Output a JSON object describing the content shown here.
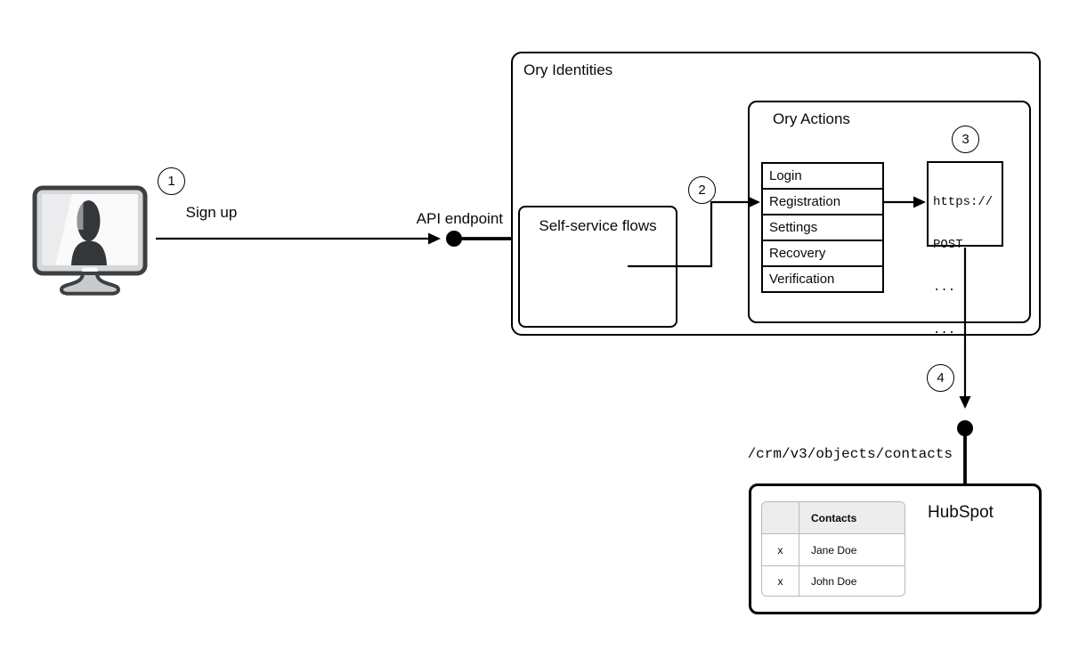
{
  "diagram": {
    "background": "#ffffff",
    "line_color": "#000000"
  },
  "actor": {
    "icon": "user-workstation-icon"
  },
  "steps": [
    {
      "number": "1"
    },
    {
      "number": "2"
    },
    {
      "number": "3"
    },
    {
      "number": "4"
    }
  ],
  "labels": {
    "sign_up": "Sign up",
    "api_endpoint": "API endpoint",
    "crm_path": "/crm/v3/objects/contacts"
  },
  "ory_identities": {
    "title": "Ory Identities",
    "self_service_flows": {
      "title": "Self-service flows"
    },
    "ory_actions": {
      "title": "Ory Actions",
      "flows": [
        "Login",
        "Registration",
        "Settings",
        "Recovery",
        "Verification"
      ],
      "webhook": {
        "lines": [
          "https://",
          "POST",
          "...",
          "..."
        ]
      }
    }
  },
  "hubspot": {
    "title": "HubSpot",
    "table": {
      "headers": [
        "",
        "Contacts"
      ],
      "rows": [
        {
          "mark": "x",
          "name": "Jane Doe"
        },
        {
          "mark": "x",
          "name": "John Doe"
        }
      ]
    }
  },
  "colors": {
    "table_header_bg": "#ededed",
    "table_border": "#b9b9b9",
    "monitor_body": "#d6d7d8",
    "monitor_outline": "#3d4043",
    "silhouette": "#33373a"
  }
}
